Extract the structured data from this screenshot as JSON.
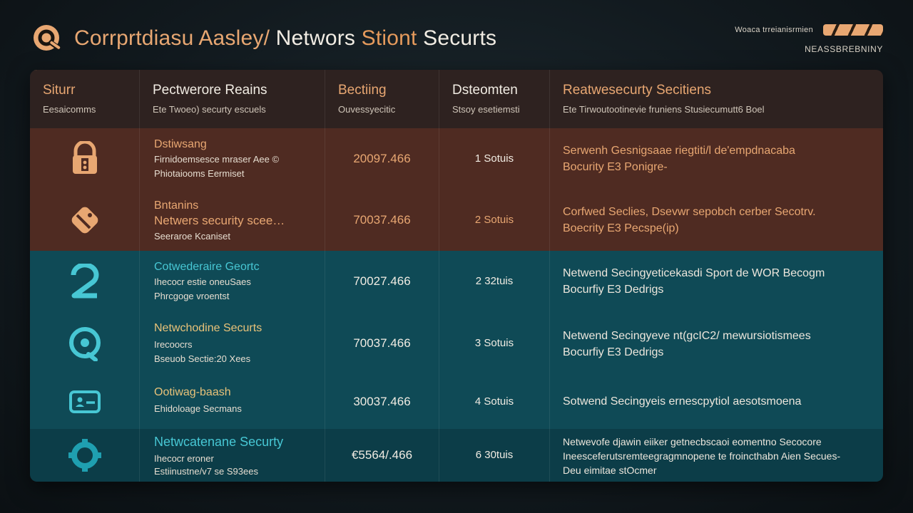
{
  "header": {
    "title_part1": "Corrprtdiasu Aasley/",
    "title_part2": "Networs",
    "title_part3": "Stiont",
    "title_part4": "Securts",
    "meta_top": "Woaca trreianisrmien",
    "meta_bottom": "NEASSBREBNINY",
    "progress": 1.0
  },
  "colors": {
    "accent_orange": "#e8a772",
    "accent_cyan": "#47c7d4",
    "warm_row": "#4f2b22",
    "cool_row": "#0f4a56"
  },
  "columns": [
    {
      "title": "Siturr",
      "subtitle": "Eesaicomms"
    },
    {
      "title": "Pectwerore Reains",
      "subtitle": "Ete Twoeo) securty escuels"
    },
    {
      "title": "Bectiing",
      "subtitle": "Ouvessyecitic"
    },
    {
      "title": "Dsteomten",
      "subtitle": "Stsoy esetiemsti"
    },
    {
      "title": "Reatwesecurty Secitiens",
      "subtitle": "Ete Tirwoutootinevie fruniens Stusiecumutt6 Boel"
    }
  ],
  "rows": [
    {
      "icon": "lock-icon",
      "theme": "warm",
      "title": "Dstiwsang",
      "lines": [
        "Firnidoemsesce mraser Aee ©",
        "Phiotaiooms Eermiset"
      ],
      "amount": "20097.466",
      "count": "1 Sotuis",
      "desc": [
        "Serwenh Gesnigsaae riegtiti/l de'empdnacaba",
        "Bocurity E3 Ponigre-"
      ]
    },
    {
      "icon": "tag-icon",
      "theme": "warm",
      "title": "Bntanins",
      "lines": [
        "Netwers security scee…",
        "Seeraroe Kcaniset"
      ],
      "amount": "70037.466",
      "count": "2 Sotuis",
      "desc": [
        "Corfwed Seclies, Dsevwr sepobch cerber Secotrv.",
        "Boecrity E3 Pecspe(ip)"
      ]
    },
    {
      "icon": "number-two-icon",
      "theme": "cool",
      "title": "Cotwederaire Geortc",
      "lines": [
        "Ihecocr estie oneuSaes",
        "Phrcgoge vroentst"
      ],
      "amount": "70027.466",
      "count": "2 32tuis",
      "desc": [
        "Netwend Secingyeticekasdi Sport de WOR Becogm",
        "Bocurfiy E3 Dedrigs"
      ]
    },
    {
      "icon": "target-icon",
      "theme": "cool",
      "title": "Netwchodine Securts",
      "lines": [
        "Irecoocrs",
        "Bseuob Sectie:20 Xees"
      ],
      "amount": "70037.466",
      "count": "3 Sotuis",
      "desc": [
        "Netwend Secingyeve nt(gcIC2/ mewursiotismees",
        "Bocurfiy E3 Dedrigs"
      ]
    },
    {
      "icon": "card-icon",
      "theme": "cool",
      "title": "Ootiwag-baash",
      "lines": [
        "Ehidoloage Secmans"
      ],
      "amount": "30037.466",
      "count": "4 Sotuis",
      "desc": [
        "Sotwend Secingyeis ernescpytiol aesotsmoena"
      ]
    },
    {
      "icon": "gear-icon",
      "theme": "cool-dark",
      "title": "Netwcatenane Securty",
      "lines": [
        "Ihecocr eroner",
        "Estiinustne/v7 se S93ees"
      ],
      "amount": "€5564/.466",
      "count": "6 30tuis",
      "desc": [
        "Netwevofe djawin eiiker getnecbscaoi eomentno Secocore",
        "Ineesceferutsremteegragmnopene te froincthabn Aien Secues-",
        "Deu eimitae stOcmer"
      ]
    }
  ]
}
